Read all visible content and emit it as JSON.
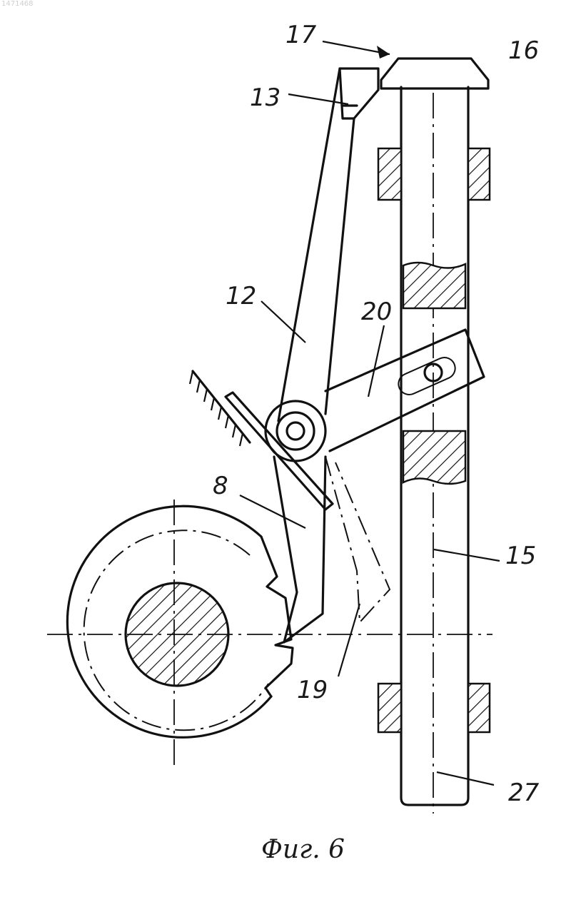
{
  "figure": {
    "caption": "Фиг. 6",
    "corner_text": "1471468",
    "labels": {
      "l17": "17",
      "l16": "16",
      "l13": "13",
      "l12": "12",
      "l20": "20",
      "l8": "8",
      "l15": "15",
      "l19": "19",
      "l27": "27"
    }
  }
}
